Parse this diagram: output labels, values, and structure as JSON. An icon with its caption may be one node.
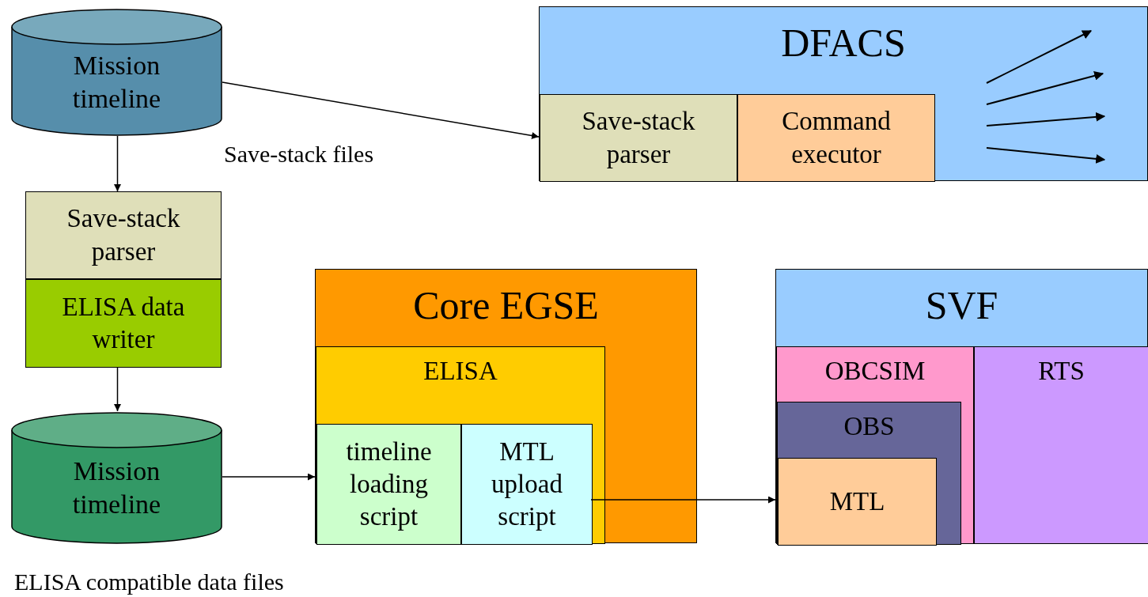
{
  "diagram": {
    "nodes": [
      {
        "text": [
          "Mission timeline"
        ]
      },
      {
        "text": [
          "DFACS"
        ]
      },
      {
        "text": [
          "Save-stack parser"
        ],
        "in": 1
      },
      {
        "text": [
          "Command executor"
        ],
        "in": 1
      },
      {
        "text": [
          "Save-stack parser"
        ]
      },
      {
        "text": [
          "ELISA data writer"
        ]
      },
      {
        "text": [
          "Mission timeline"
        ]
      },
      {
        "text": [
          "Core EGSE"
        ]
      },
      {
        "text": [
          "ELISA"
        ],
        "in": 7
      },
      {
        "text": [
          "timeline loading script"
        ],
        "in": 8
      },
      {
        "text": [
          "MTL upload script"
        ],
        "in": 8
      },
      {
        "text": [
          "SVF"
        ]
      },
      {
        "text": [
          "OBCSIM"
        ],
        "in": 11
      },
      {
        "text": [
          "RTS"
        ],
        "in": 11
      },
      {
        "text": [
          "OBS"
        ],
        "in": 12
      },
      {
        "text": [
          "MTL"
        ],
        "in": 14
      }
    ],
    "edges": [
      {
        "from": 0,
        "to": 2,
        "arrow": "to",
        "label": "Save-stack files"
      },
      {
        "from": 0,
        "to": 4,
        "arrow": "to"
      },
      {
        "from": 5,
        "to": 6,
        "arrow": "to"
      },
      {
        "from": 6,
        "to": 9,
        "arrow": "to"
      },
      {
        "from": 10,
        "to": 15,
        "arrow": "to"
      }
    ],
    "labels": [
      "ELISA compatible data files"
    ]
  }
}
